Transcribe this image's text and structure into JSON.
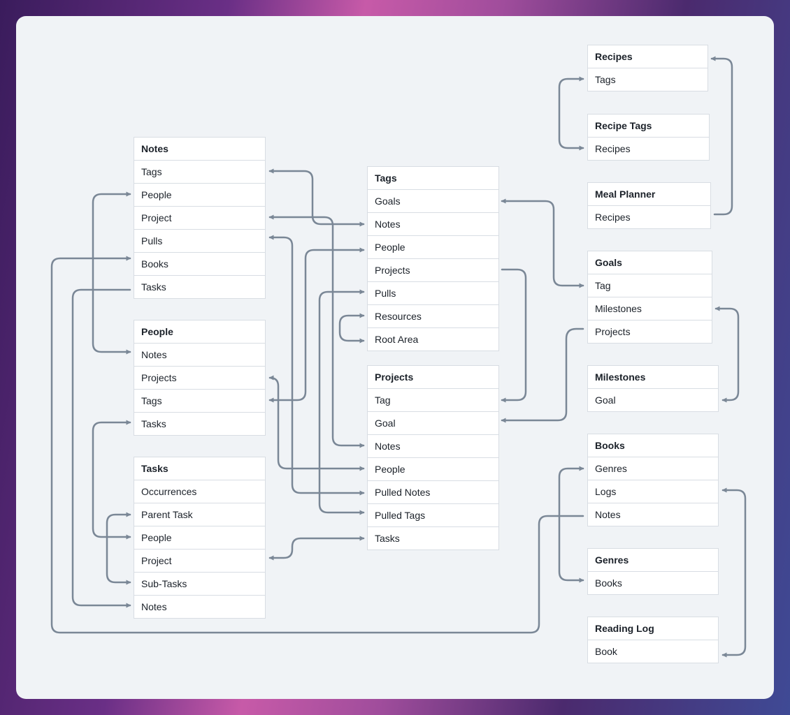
{
  "tables": {
    "notes": {
      "title": "Notes",
      "fields": [
        "Tags",
        "People",
        "Project",
        "Pulls",
        "Books",
        "Tasks"
      ]
    },
    "people": {
      "title": "People",
      "fields": [
        "Notes",
        "Projects",
        "Tags",
        "Tasks"
      ]
    },
    "tasks": {
      "title": "Tasks",
      "fields": [
        "Occurrences",
        "Parent Task",
        "People",
        "Project",
        "Sub-Tasks",
        "Notes"
      ]
    },
    "tags": {
      "title": "Tags",
      "fields": [
        "Goals",
        "Notes",
        "People",
        "Projects",
        "Pulls",
        "Resources",
        "Root Area"
      ]
    },
    "projects": {
      "title": "Projects",
      "fields": [
        "Tag",
        "Goal",
        "Notes",
        "People",
        "Pulled Notes",
        "Pulled Tags",
        "Tasks"
      ]
    },
    "recipes": {
      "title": "Recipes",
      "fields": [
        "Tags"
      ]
    },
    "recipe_tags": {
      "title": "Recipe Tags",
      "fields": [
        "Recipes"
      ]
    },
    "meal_planner": {
      "title": "Meal Planner",
      "fields": [
        "Recipes"
      ]
    },
    "goals": {
      "title": "Goals",
      "fields": [
        "Tag",
        "Milestones",
        "Projects"
      ]
    },
    "milestones": {
      "title": "Milestones",
      "fields": [
        "Goal"
      ]
    },
    "books": {
      "title": "Books",
      "fields": [
        "Genres",
        "Logs",
        "Notes"
      ]
    },
    "genres": {
      "title": "Genres",
      "fields": [
        "Books"
      ]
    },
    "reading_log": {
      "title": "Reading Log",
      "fields": [
        "Book"
      ]
    }
  },
  "colors": {
    "connector": "#7a8796",
    "panel": "#f0f3f6",
    "border": "#d8dde3"
  }
}
